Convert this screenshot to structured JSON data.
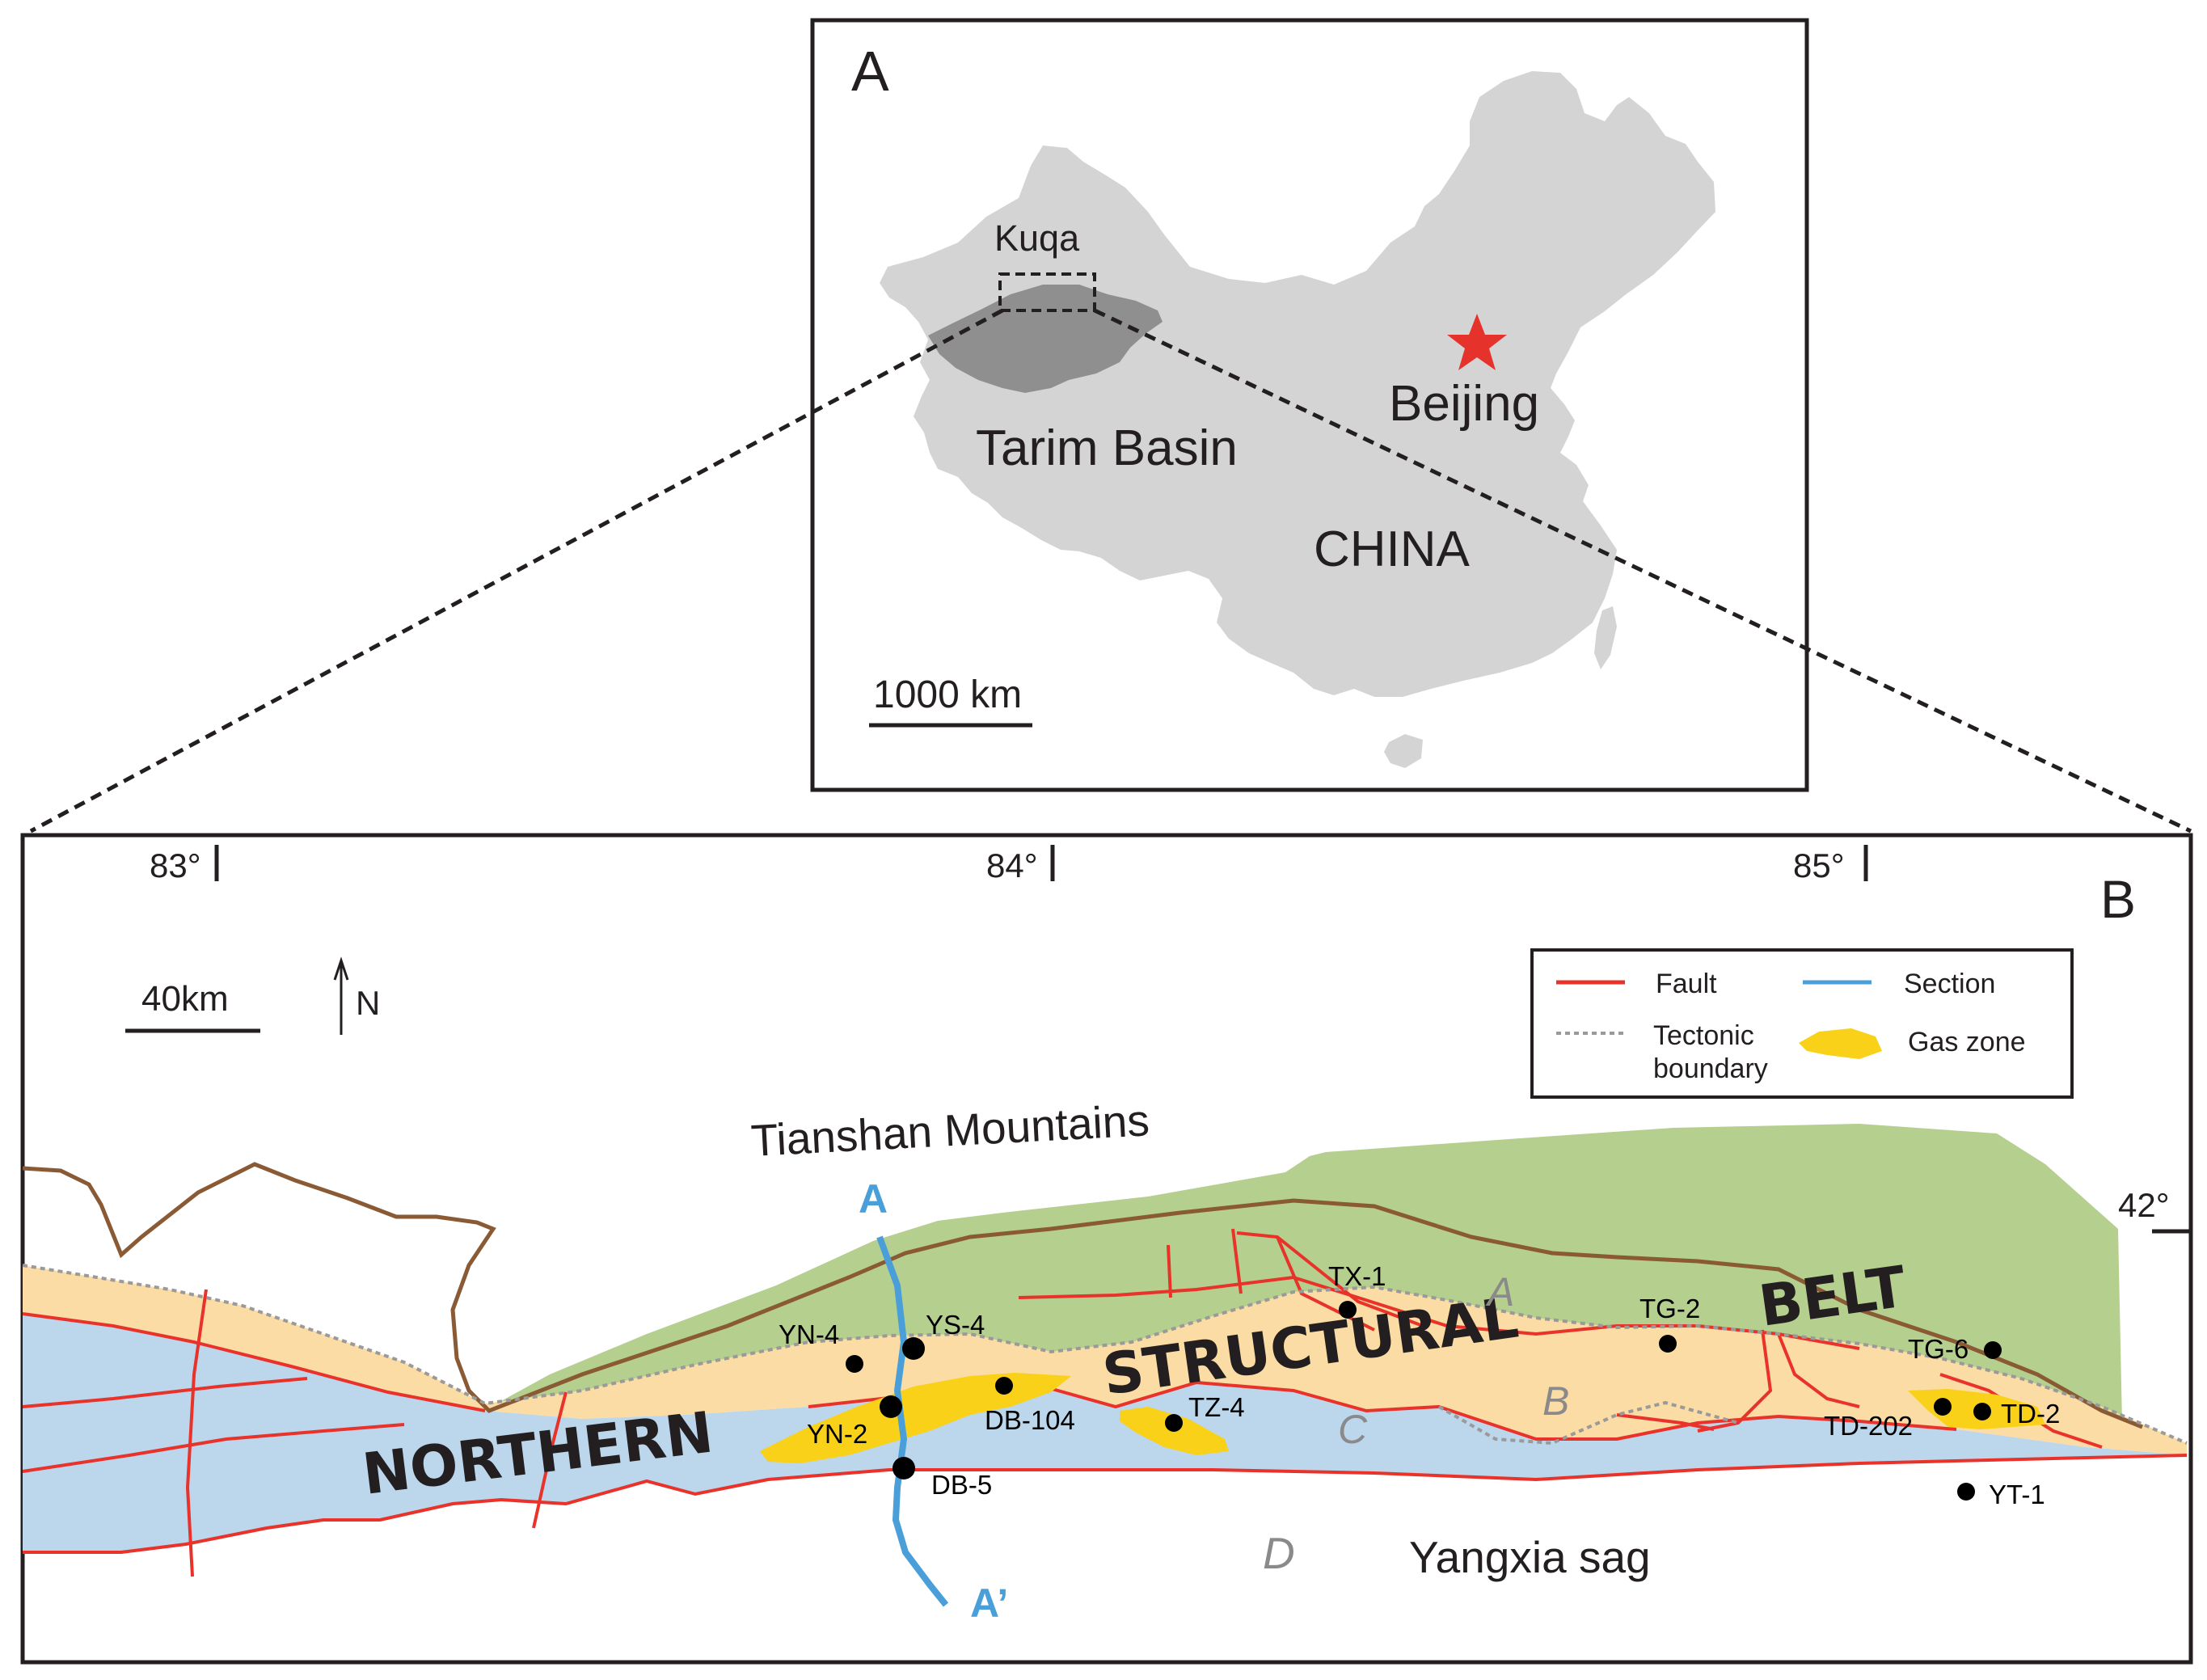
{
  "panel_a": {
    "panel_label": "A",
    "kuqa_label": "Kuqa",
    "tarim_label": "Tarim Basin",
    "beijing_label": "Beijing",
    "china_label": "CHINA",
    "scale_label": "1000 km"
  },
  "panel_b": {
    "panel_label": "B",
    "longitudes": [
      "83°",
      "84°",
      "85°"
    ],
    "latitude": "42°",
    "scale_label": "40km",
    "north_label": "N",
    "mountains_label": "Tianshan Mountains",
    "section_start": "A",
    "section_end": "A’",
    "belt_words": [
      "NORTHERN",
      "STRUCTURAL",
      "BELT"
    ],
    "zone_labels": [
      "A",
      "B",
      "C",
      "D"
    ],
    "sag_label": "Yangxia sag",
    "wells": [
      "YN-4",
      "YS-4",
      "YN-2",
      "DB-104",
      "DB-5",
      "TZ-4",
      "TX-1",
      "TG-2",
      "TG-6",
      "TD-202",
      "TD-2",
      "YT-1"
    ]
  },
  "legend": {
    "fault": "Fault",
    "section": "Section",
    "tectonic_line1": "Tectonic",
    "tectonic_line2": "boundary",
    "gas_zone": "Gas zone"
  },
  "colors": {
    "fault": "#e8322a",
    "section": "#4a9fd8",
    "mountains": "#b5cf8f",
    "belt": "#fbdca4",
    "sag": "#bcd6ec",
    "gas": "#f9d118",
    "boundary_brown": "#8a5a35",
    "country": "#d4d4d4",
    "basin": "#8f8f8f",
    "star": "#e5322a",
    "zone_letter": "#8a8a8a"
  }
}
